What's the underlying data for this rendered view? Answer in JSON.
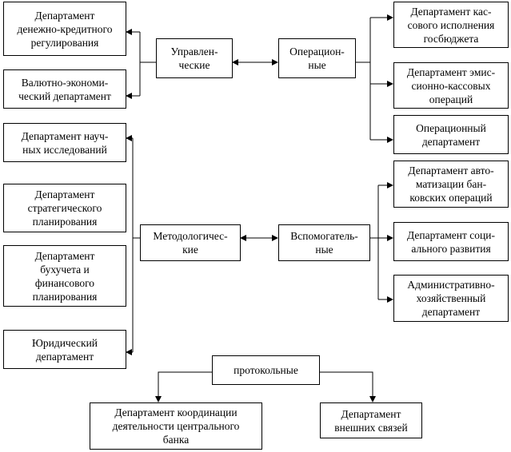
{
  "categories": {
    "management": "Управлен-\nческие",
    "operational": "Операцион-\nные",
    "methodological": "Методологичес-\nкие",
    "auxiliary": "Вспомогатель-\nные",
    "protocol": "протокольные"
  },
  "management_departments": [
    "Департамент\nденежно-кредитного\nрегулирования",
    "Валютно-экономи-\nческий департамент"
  ],
  "operational_departments": [
    "Департамент кас-\nсового исполнения\nгосбюджета",
    "Департамент эмис-\nсионно-кассовых\nопераций",
    "Операционный\nдепартамент"
  ],
  "methodological_departments": [
    "Департамент науч-\nных исследований",
    "Департамент\nстратегического\nпланирования",
    "Департамент\nбухучета и\nфинансового\nпланирования",
    "Юридический\nдепартамент"
  ],
  "auxiliary_departments": [
    "Департамент авто-\nматизации бан-\nковских операций",
    "Департамент соци-\nального развития",
    "Административно-\nхозяйственный\nдепартамент"
  ],
  "protocol_departments": [
    "Департамент координации\nдеятельности центрального\nбанка",
    "Департамент\nвнешних связей"
  ]
}
